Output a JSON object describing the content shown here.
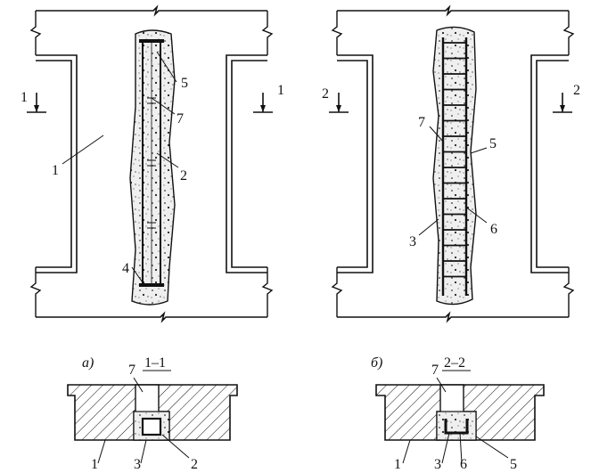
{
  "figure": {
    "panel_a": {
      "letter": "а)",
      "section_title": "1–1",
      "section_marks": [
        "1",
        "1"
      ],
      "callouts": [
        "1",
        "2",
        "4",
        "5",
        "7"
      ],
      "section_callouts": [
        "7",
        "1",
        "3",
        "2"
      ]
    },
    "panel_b": {
      "letter": "б)",
      "section_title": "2–2",
      "section_marks": [
        "2",
        "2"
      ],
      "callouts": [
        "3",
        "5",
        "6",
        "7"
      ],
      "section_callouts": [
        "7",
        "1",
        "3",
        "6",
        "5"
      ]
    }
  },
  "colors": {
    "ink": "#111111",
    "paper": "#ffffff"
  }
}
